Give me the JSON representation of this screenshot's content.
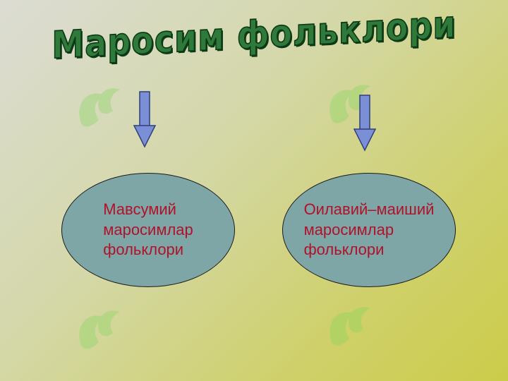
{
  "title": "Маросим фольклори",
  "nodes": [
    {
      "label": "Мавсумий\n маросимлар\nфольклори"
    },
    {
      "label": "Оилавий–маиший\n маросимлар\n   фольклори"
    }
  ],
  "colors": {
    "title_fill": "#2f7a3a",
    "title_outline": "#0d3a16",
    "ellipse_fill": "#7fa6a6",
    "ellipse_text": "#b0122a",
    "arrow_fill": "#7a8fd6",
    "watermark": "#7fd65a"
  },
  "icons": {
    "watermark": "logo-watermark-icon",
    "arrow": "down-arrow-icon"
  }
}
